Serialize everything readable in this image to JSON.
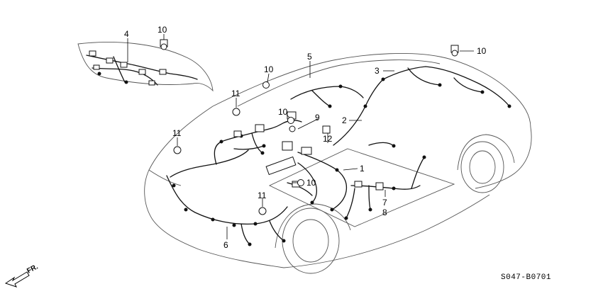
{
  "callouts": {
    "c1": "1",
    "c2": "2",
    "c3": "3",
    "c4": "4",
    "c5": "5",
    "c6": "6",
    "c7": "7",
    "c8": "8",
    "c9": "9",
    "c10a": "10",
    "c10b": "10",
    "c10c": "10",
    "c10d": "10",
    "c10e": "10",
    "c11a": "11",
    "c11b": "11",
    "c11c": "11",
    "c12": "12"
  },
  "diagram_code": "S047-B0701",
  "direction_label": "FR.",
  "icons": {
    "front_arrow": "front-direction-arrow-icon"
  }
}
